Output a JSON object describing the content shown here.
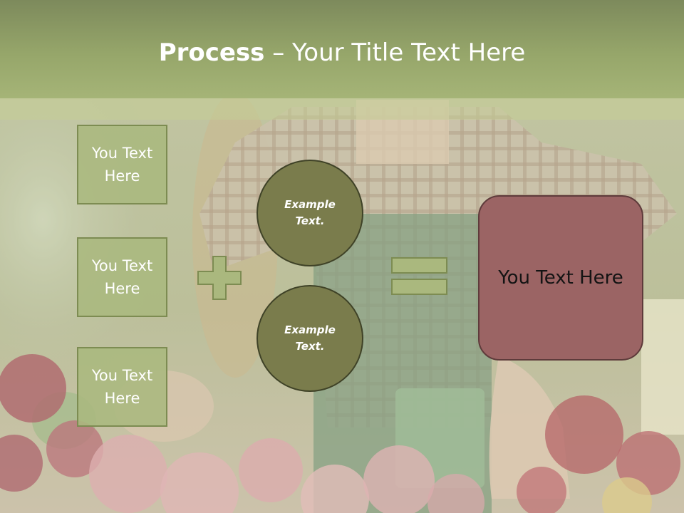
{
  "slide": {
    "title_bold": "Process",
    "title_rest": " – Your Title Text Here",
    "left_boxes": [
      {
        "label": "You Text Here"
      },
      {
        "label": "You Text Here"
      },
      {
        "label": "You Text Here"
      }
    ],
    "circles": [
      {
        "label": "Example Text."
      },
      {
        "label": "Example Text."
      }
    ],
    "result_label": "You Text Here",
    "icons": {
      "plus": "plus-icon",
      "equals": "equals-icon"
    }
  },
  "colors": {
    "header": "#96a66a",
    "box_fill": "#aab87e",
    "box_border": "#7d8c52",
    "circle_fill": "#7a7c4c",
    "result_fill": "#9b6464"
  }
}
